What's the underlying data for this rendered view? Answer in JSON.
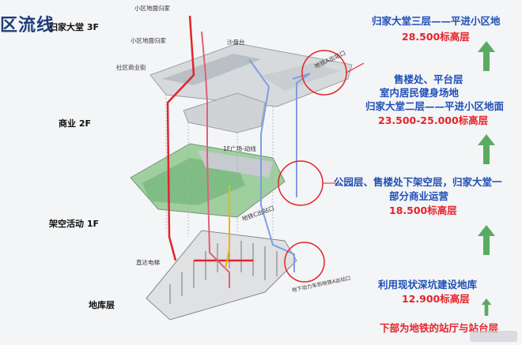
{
  "title": "区流线",
  "levels": [
    {
      "label": "归家大堂 3F"
    },
    {
      "label": "商业 2F"
    },
    {
      "label": "架空活动 1F"
    },
    {
      "label": "地库层"
    }
  ],
  "callouts": {
    "c1": {
      "line1": "归家大堂三层——平进小区地",
      "line2": "28.500标高层"
    },
    "c2": {
      "line1": "售楼处、平台层",
      "line2": "室内居民健身场地",
      "line3": "归家大堂二层——平进小区地面",
      "line4": "23.500-25.000标高层"
    },
    "c3": {
      "line1": "公园层、售楼处下架空层，归家大堂一",
      "line2": "部分商业运营",
      "line3": "18.500标高层"
    },
    "c4": {
      "line1": "利用现状深坑建设地库",
      "line2": "12.900标高层"
    },
    "c5": {
      "line1": "下部为地铁的站厅与站台层"
    }
  },
  "diagram_labels": {
    "l1": "小区地面归家",
    "l2": "小区地面归家",
    "l3": "社区商业街",
    "l4": "沙盘台",
    "l5": "地铁A出站口",
    "l6": "1F广场-动线",
    "l7": "地铁C出站口",
    "l8": "直达电梯",
    "l9": "地下动力车到地铁A出站口"
  },
  "colors": {
    "red": "#e3242b",
    "blue": "#1f4fb6",
    "green": "#5aab62",
    "pink": "#e0607a",
    "lightblue": "#7e9ee0",
    "yellow": "#f0b400"
  }
}
